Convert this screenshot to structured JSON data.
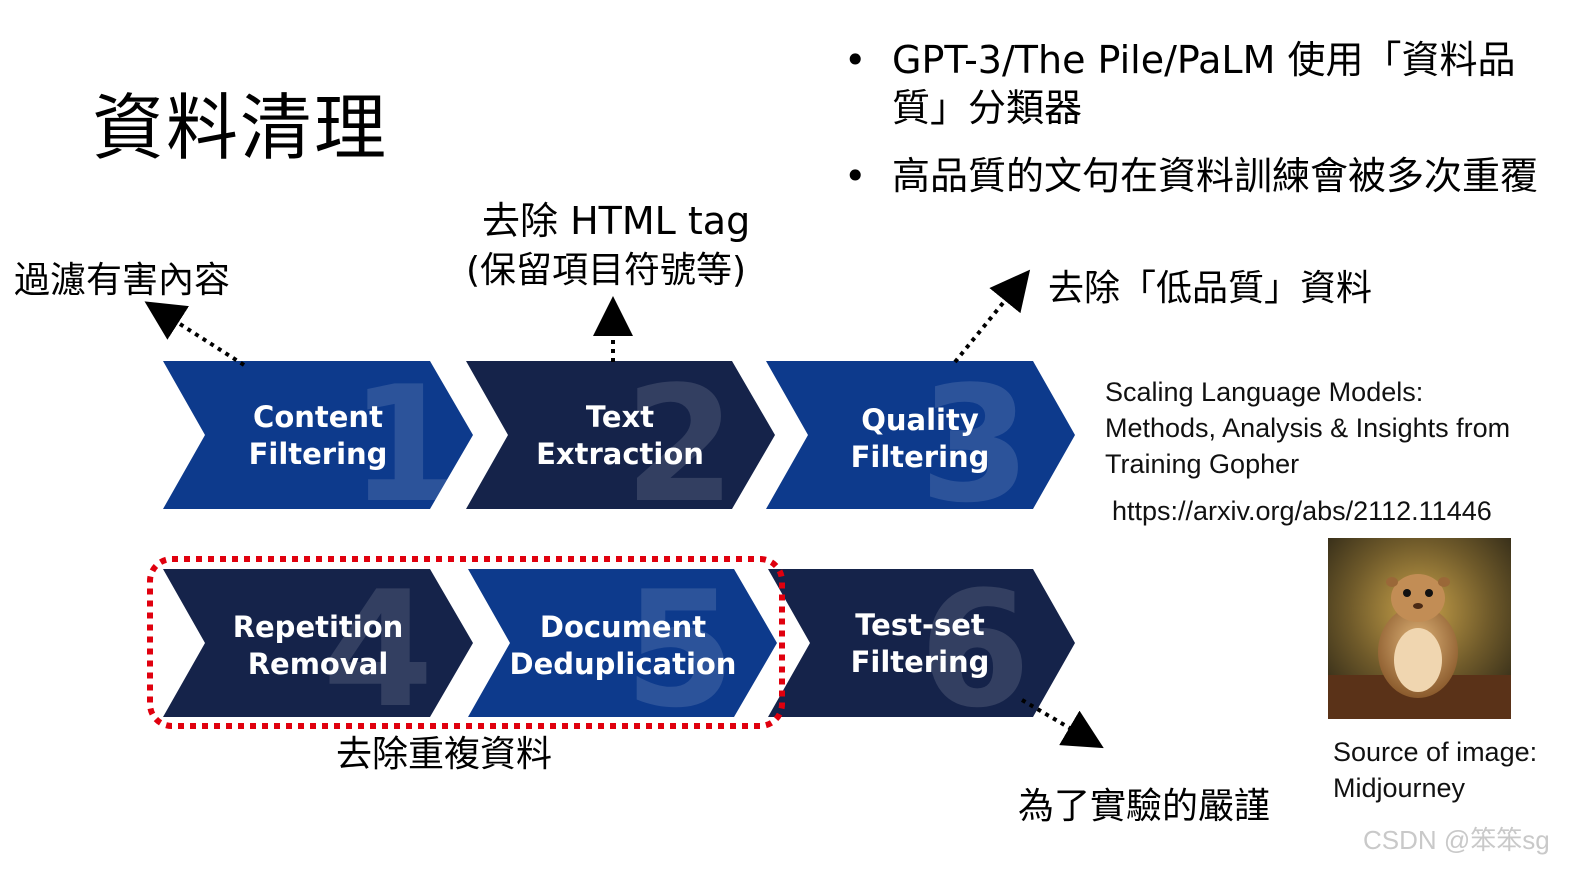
{
  "title": "資料清理",
  "bullets": [
    {
      "marker": "•",
      "text": "GPT-3/The Pile/PaLM 使用「資料品質」分類器"
    },
    {
      "marker": "•",
      "text": "高品質的文句在資料訓練會被多次重覆"
    }
  ],
  "annotations": {
    "filter_harmful": "過濾有害內容",
    "remove_html_1": "去除 HTML tag",
    "remove_html_2": "(保留項目符號等)",
    "remove_low_quality": "去除「低品質」資料",
    "remove_duplicates": "去除重複資料",
    "experiment_rigor": "為了實驗的嚴謹"
  },
  "steps": [
    {
      "number": "1",
      "line1": "Content",
      "line2": "Filtering",
      "color": "#0d3a8c"
    },
    {
      "number": "2",
      "line1": "Text",
      "line2": "Extraction",
      "color": "#15234a"
    },
    {
      "number": "3",
      "line1": "Quality",
      "line2": "Filtering",
      "color": "#0d3a8c"
    },
    {
      "number": "4",
      "line1": "Repetition",
      "line2": "Removal",
      "color": "#15234a"
    },
    {
      "number": "5",
      "line1": "Document",
      "line2": "Deduplication",
      "color": "#0d3a8c"
    },
    {
      "number": "6",
      "line1": "Test-set",
      "line2": "Filtering",
      "color": "#15234a"
    }
  ],
  "reference": {
    "line1": "Scaling Language Models:",
    "line2": "Methods, Analysis & Insights from",
    "line3": "Training Gopher",
    "url": "https://arxiv.org/abs/2112.11446"
  },
  "image_source": {
    "line1": "Source of image:",
    "line2": "Midjourney"
  },
  "watermark": "CSDN @笨笨sg",
  "colors": {
    "dashed_highlight": "#e0000e",
    "arrow": "#000000"
  }
}
